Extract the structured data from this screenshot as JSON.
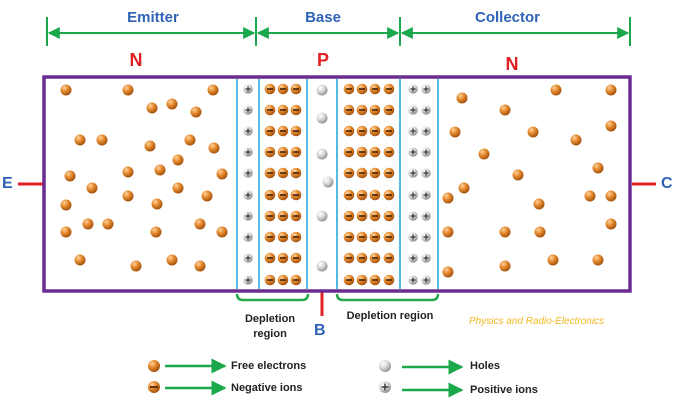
{
  "regions": {
    "emitter": "Emitter",
    "base": "Base",
    "collector": "Collector"
  },
  "types": {
    "emitter": "N",
    "base": "P",
    "collector": "N"
  },
  "terminals": {
    "emitter": "E",
    "base": "B",
    "collector": "C"
  },
  "depletion": {
    "left": "Depletion region",
    "right": "Depletion region"
  },
  "watermark": "Physics and Radio-Electronics",
  "legend": {
    "free_electrons": "Free electrons",
    "negative_ions": "Negative ions",
    "holes": "Holes",
    "positive_ions": "Positive ions"
  },
  "colors": {
    "outline": "#6a2c91",
    "arrow": "#1aa84a",
    "junction": "#3fb3e0",
    "bracket": "#25a84a",
    "lead": "#e02020",
    "electron": "#d9711c",
    "hole": "#cfcfcf"
  }
}
